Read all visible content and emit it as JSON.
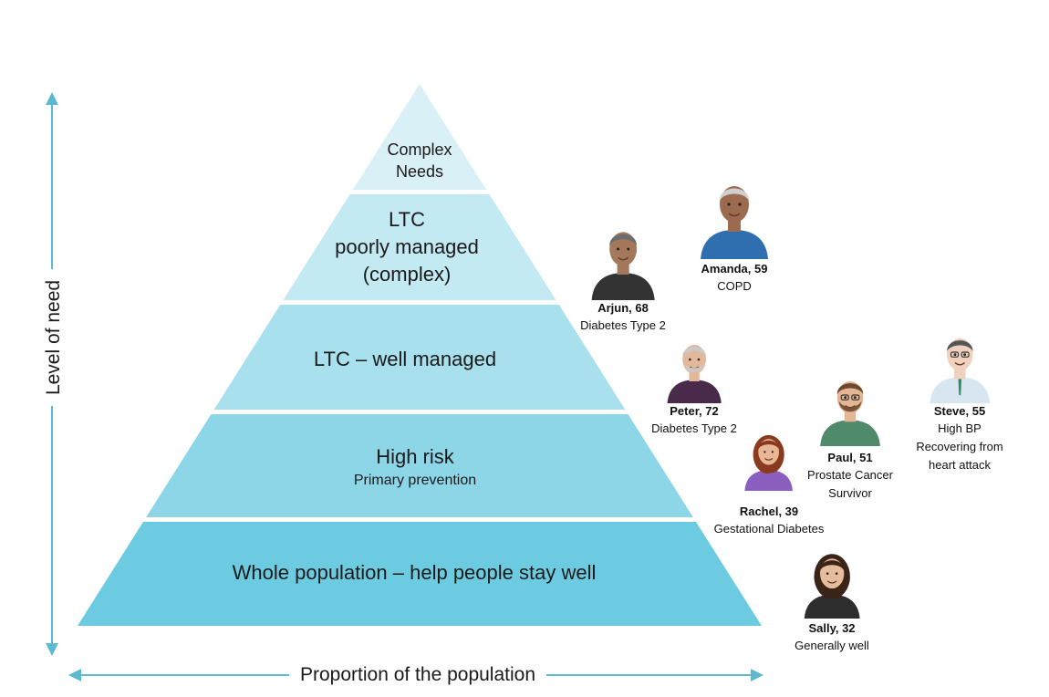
{
  "pyramid": {
    "levels": [
      {
        "lines": [
          "Complex",
          "Needs"
        ],
        "sub": "",
        "fill": "#d8f0f6"
      },
      {
        "lines": [
          "LTC",
          "poorly managed",
          "(complex)"
        ],
        "sub": "",
        "fill": "#c3e9f3"
      },
      {
        "lines": [
          "LTC – well managed"
        ],
        "sub": "",
        "fill": "#a8e0ee"
      },
      {
        "lines": [
          "High risk"
        ],
        "sub": "Primary prevention",
        "fill": "#8dd6e7"
      },
      {
        "lines": [
          "Whole population – help people stay well"
        ],
        "sub": "",
        "fill": "#6ccbe0"
      }
    ]
  },
  "axes": {
    "y_label": "Level of need",
    "x_label": "Proportion of the population",
    "color": "#5bbad0"
  },
  "people": [
    {
      "name": "Amanda, 59",
      "conditions": [
        "COPD"
      ],
      "skin": "#9c6a4e",
      "hair": "#cfcfcf",
      "shirt": "#2f6fb0"
    },
    {
      "name": "Arjun, 68",
      "conditions": [
        "Diabetes Type 2"
      ],
      "skin": "#a4785a",
      "hair": "#6d6d6d",
      "shirt": "#333333"
    },
    {
      "name": "Peter, 72",
      "conditions": [
        "Diabetes Type 2"
      ],
      "skin": "#e3b89a",
      "hair": "#c9c9c9",
      "shirt": "#4a2a4a"
    },
    {
      "name": "Steve, 55",
      "conditions": [
        "High BP",
        "Recovering from",
        "heart attack"
      ],
      "skin": "#f0d1bd",
      "hair": "#555555",
      "shirt": "#d8e6f2"
    },
    {
      "name": "Paul, 51",
      "conditions": [
        "Prostate Cancer",
        "Survivor"
      ],
      "skin": "#e5b693",
      "hair": "#6b4a2e",
      "shirt": "#4f8a6a"
    },
    {
      "name": "Rachel, 39",
      "conditions": [
        "Gestational Diabetes"
      ],
      "skin": "#e8b896",
      "hair": "#8a3a1e",
      "shirt": "#8b5fbf"
    },
    {
      "name": "Sally, 32",
      "conditions": [
        "Generally well"
      ],
      "skin": "#e6bd9c",
      "hair": "#3a2418",
      "shirt": "#2d2d2d"
    }
  ]
}
